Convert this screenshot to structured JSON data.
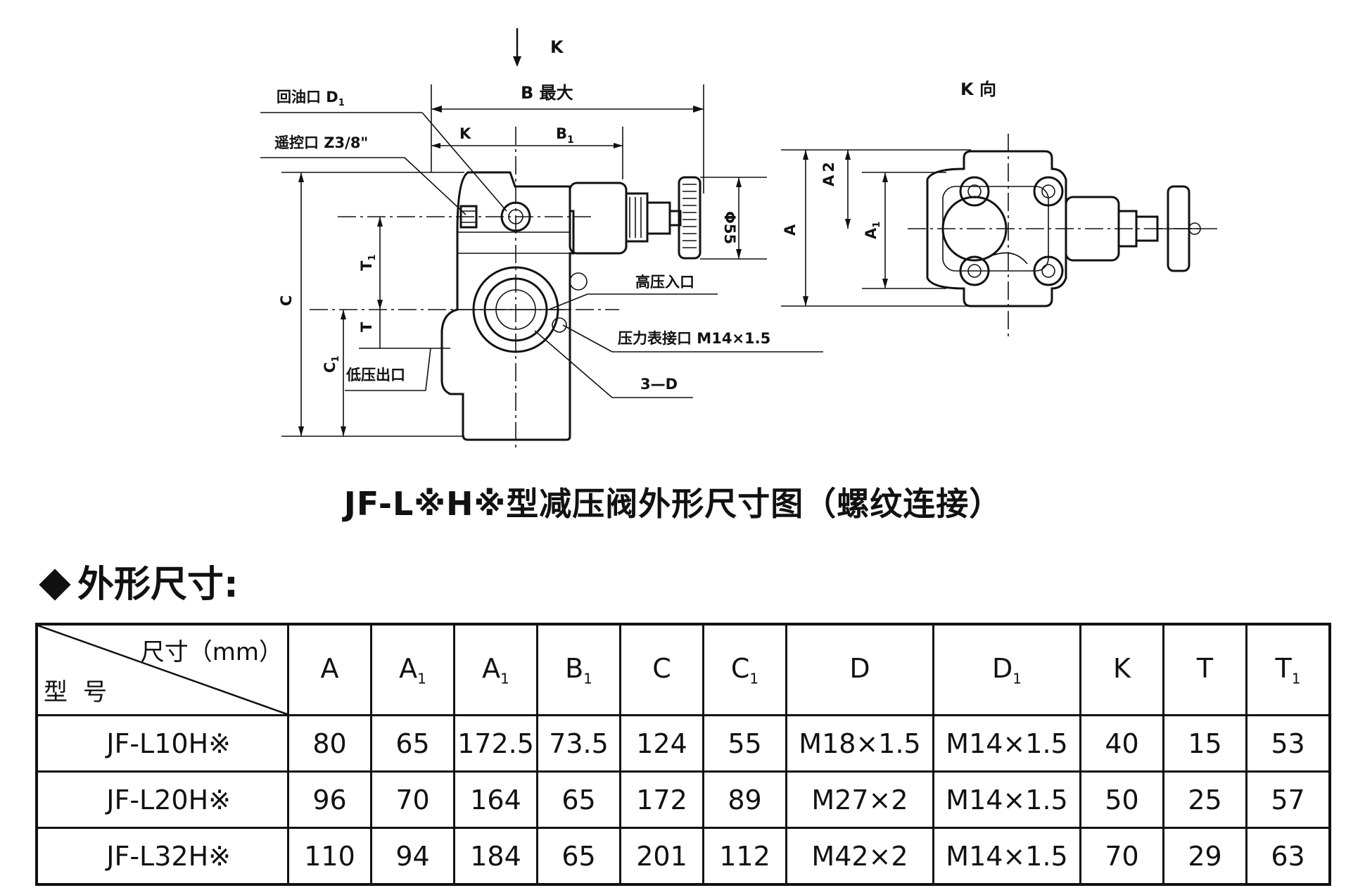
{
  "drawing": {
    "k_arrow_label": "K",
    "b_max_label": "B  最大",
    "k_dim": "K",
    "b1_dim": "B",
    "b1_sub": "1",
    "return_port": "回油口 D",
    "return_port_sub": "1",
    "remote_port": "遥控口 Z3/8\"",
    "phi55": "Φ55",
    "c_dim": "C",
    "c1_dim": "C",
    "c1_sub": "1",
    "t_dim": "T",
    "t1_dim": "T",
    "t1_sub": "1",
    "high_pressure_inlet": "高压入口",
    "gauge_port": "压力表接口 M14×1.5",
    "holes": "3—D",
    "low_pressure_outlet": "低压出口",
    "k_view_title": "K 向",
    "a_dim": "A",
    "a_half": "A",
    "a_half_den": "2",
    "a1_dim": "A",
    "a1_sub": "1"
  },
  "caption": "JF-L※H※型减压阀外形尺寸图（螺纹连接）",
  "section_title": "外形尺寸:",
  "table": {
    "corner_unit": "尺寸（mm）",
    "corner_model": "型号",
    "columns": [
      {
        "main": "A",
        "sub": ""
      },
      {
        "main": "A",
        "sub": "1"
      },
      {
        "main": "A",
        "sub": "1"
      },
      {
        "main": "B",
        "sub": "1"
      },
      {
        "main": "C",
        "sub": ""
      },
      {
        "main": "C",
        "sub": "1"
      },
      {
        "main": "D",
        "sub": ""
      },
      {
        "main": "D",
        "sub": "1"
      },
      {
        "main": "K",
        "sub": ""
      },
      {
        "main": "T",
        "sub": ""
      },
      {
        "main": "T",
        "sub": "1"
      }
    ],
    "rows": [
      {
        "model": "JF-L10H※",
        "values": [
          "80",
          "65",
          "172.5",
          "73.5",
          "124",
          "55",
          "M18×1.5",
          "M14×1.5",
          "40",
          "15",
          "53"
        ]
      },
      {
        "model": "JF-L20H※",
        "values": [
          "96",
          "70",
          "164",
          "65",
          "172",
          "89",
          "M27×2",
          "M14×1.5",
          "50",
          "25",
          "57"
        ]
      },
      {
        "model": "JF-L32H※",
        "values": [
          "110",
          "94",
          "184",
          "65",
          "201",
          "112",
          "M42×2",
          "M14×1.5",
          "70",
          "29",
          "63"
        ]
      }
    ]
  }
}
